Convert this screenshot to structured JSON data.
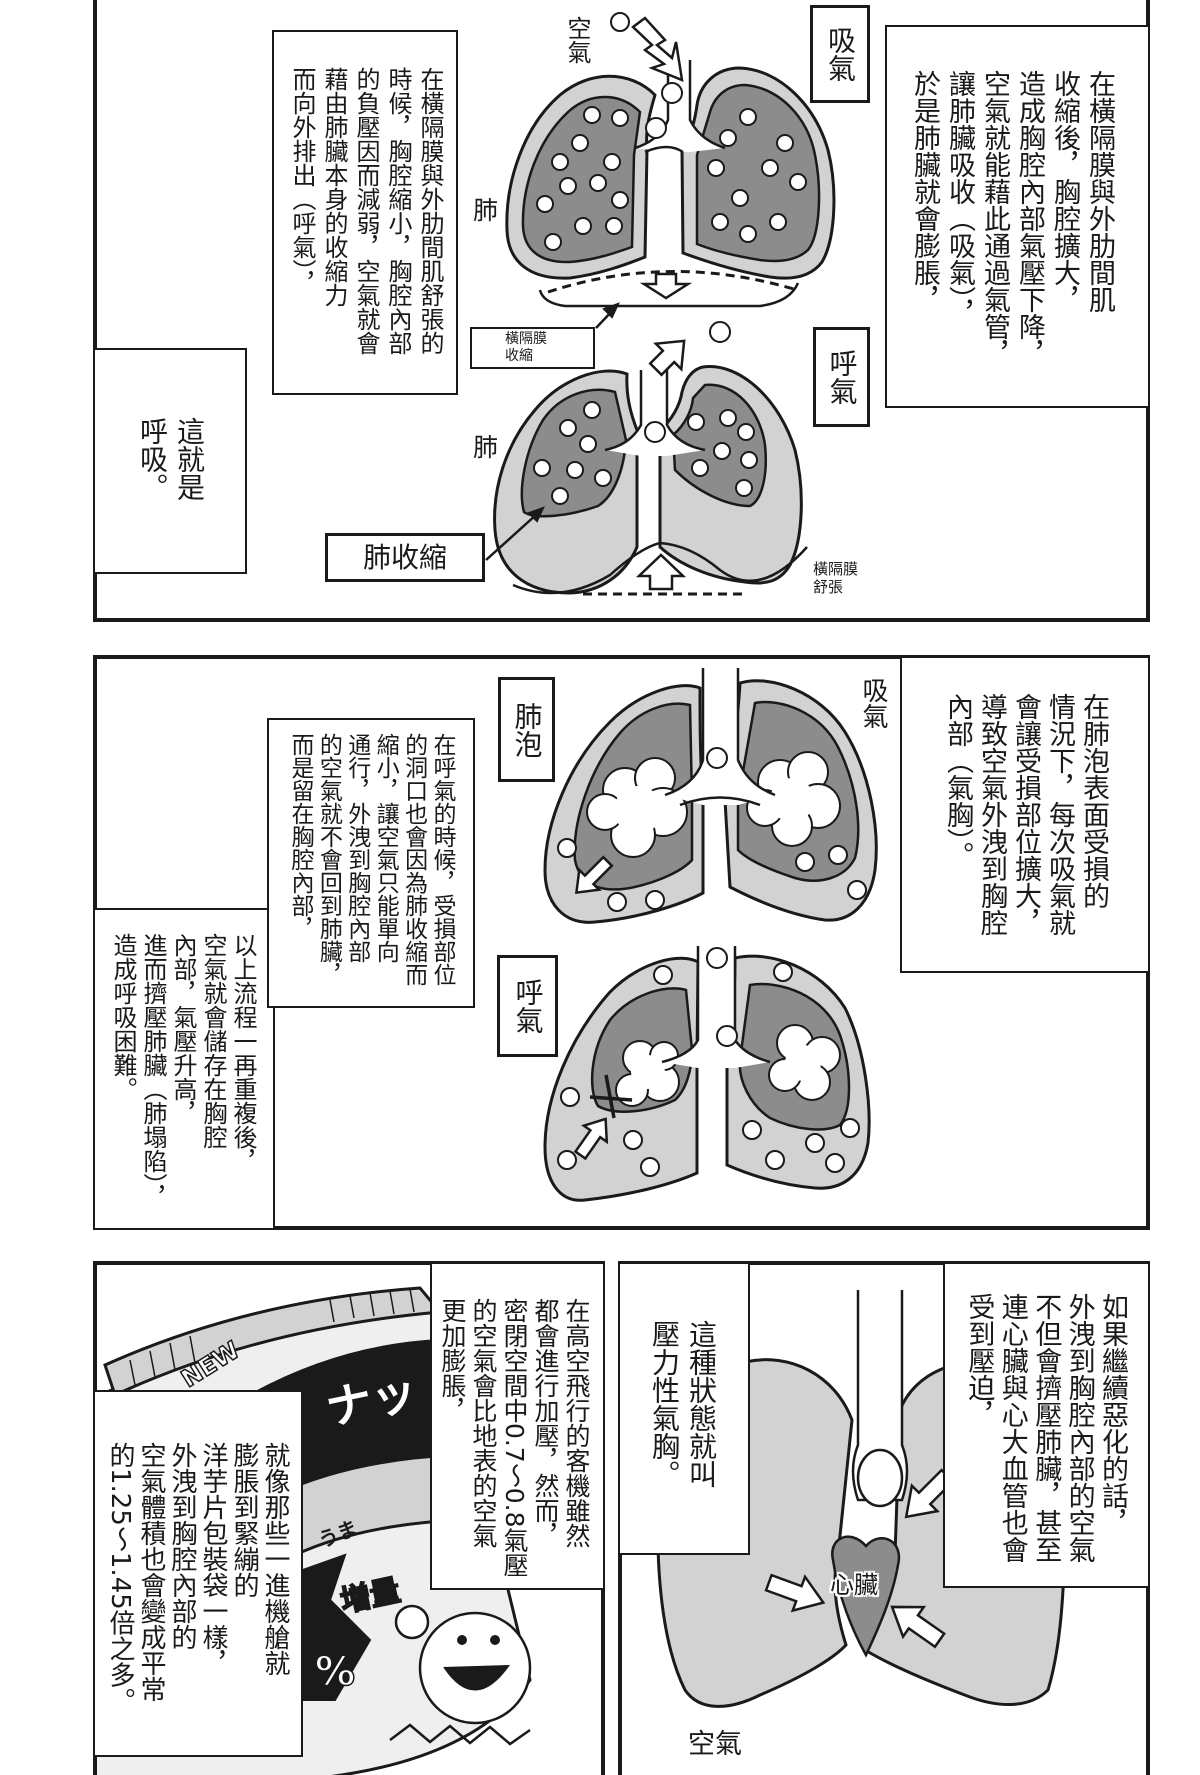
{
  "colors": {
    "ink": "#1a1a1a",
    "paper": "#ffffff",
    "halftone_light": "#d2d2d2",
    "halftone_dark": "#8c8c8c",
    "bag_light": "#efefef"
  },
  "panel_breathing": {
    "caption_inhale": {
      "lines": [
        "在橫隔膜與外肋間肌",
        "收縮後，胸腔擴大，",
        "造成胸腔內部氣壓下降，",
        "空氣就能藉此通過氣管，",
        "讓肺臟吸收（吸氣），",
        "於是肺臟就會膨脹，"
      ]
    },
    "caption_exhale": {
      "lines": [
        "在橫隔膜與外肋間肌舒張的",
        "時候，胸腔縮小，胸腔內部",
        "的負壓因而減弱，空氣就會",
        "藉由肺臟本身的收縮力",
        "而向外排出（呼氣），"
      ]
    },
    "caption_summary": {
      "lines": [
        "這就是",
        "呼吸。"
      ]
    },
    "diagram": {
      "air_label": "空氣",
      "inhale_label": "吸氣",
      "lung_label_upper": "肺",
      "diaphragm_contract_label": [
        "橫隔膜",
        "收縮"
      ],
      "exhale_label": "呼氣",
      "lung_label_lower": "肺",
      "lung_contract_label": "肺收縮",
      "diaphragm_relax_label": [
        "橫隔膜",
        "舒張"
      ]
    }
  },
  "panel_pneumothorax": {
    "caption_damage": {
      "lines": [
        "在肺泡表面受損的",
        "情況下，每次吸氣就",
        "會讓受損部位擴大，",
        "導致空氣外洩到胸腔",
        "內部（氣胸）。"
      ]
    },
    "caption_oneway": {
      "lines": [
        "在呼氣的時候，受損部位",
        "的洞口也會因為肺收縮而",
        "縮小，讓空氣只能單向",
        "通行，外洩到胸腔內部",
        "的空氣就不會回到肺臟，",
        "而是留在胸腔內部，"
      ]
    },
    "caption_collapse": {
      "lines": [
        "以上流程一再重複後，",
        "空氣就會儲存在胸腔",
        "內部，氣壓升高，",
        "進而擠壓肺臟（肺塌陷），",
        "造成呼吸困難。"
      ]
    },
    "diagram": {
      "alveoli_label": "肺泡",
      "inhale_label": "吸氣",
      "exhale_label": "呼氣"
    }
  },
  "panel_airplane": {
    "caption_pressure": {
      "lines": [
        "在高空飛行的客機雖然",
        "都會進行加壓，然而，",
        "密閉空間中0.7～0.8氣壓",
        "的空氣會比地表的空氣",
        "更加膨脹，"
      ]
    },
    "caption_chips": {
      "lines": [
        "就像那些一進機艙就",
        "膨脹到緊繃的",
        "洋芋片包裝袋一樣，",
        "外洩到胸腔內部的",
        "空氣體積也會變成平常",
        "的1.25～1.45倍之多。"
      ]
    },
    "illustration": {
      "bag_texts": [
        "NEW",
        "ナッ",
        "うま",
        "増量",
        "%"
      ]
    }
  },
  "panel_tension": {
    "caption_worsen": {
      "lines": [
        "如果繼續惡化的話，",
        "外洩到胸腔內部的空氣",
        "不但會擠壓肺臟，甚至",
        "連心臟與心大血管也會",
        "受到壓迫，"
      ]
    },
    "caption_name": {
      "lines": [
        "這種狀態就叫",
        "壓力性氣胸。"
      ]
    },
    "diagram": {
      "heart_label": "心臟",
      "air_label": "空氣"
    }
  }
}
